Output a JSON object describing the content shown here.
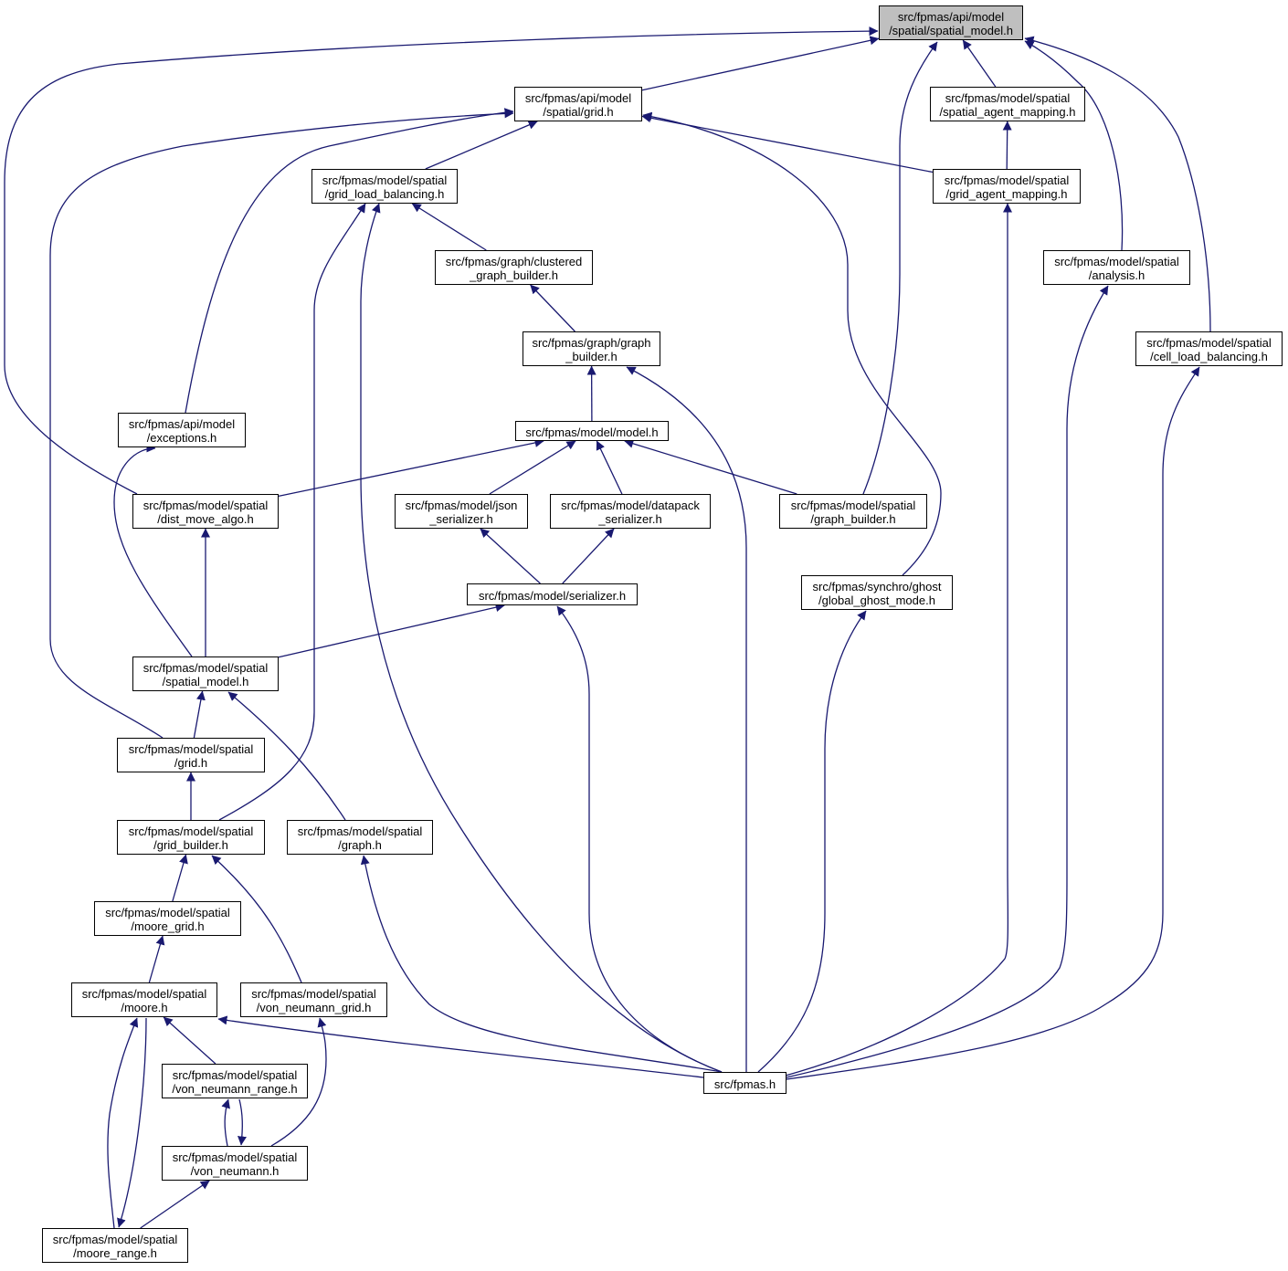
{
  "graph": {
    "root": "n_spatial_model_api",
    "colors": {
      "edge": "#191970",
      "root_fill": "#bfbfbf",
      "node_fill": "#ffffff",
      "node_border": "#000000"
    },
    "nodes": [
      {
        "id": "n_spatial_model_api",
        "lines": [
          "src/fpmas/api/model",
          "/spatial/spatial_model.h"
        ]
      },
      {
        "id": "n_grid_api",
        "lines": [
          "src/fpmas/api/model",
          "/spatial/grid.h"
        ]
      },
      {
        "id": "n_spatial_agent_mapping",
        "lines": [
          "src/fpmas/model/spatial",
          "/spatial_agent_mapping.h"
        ]
      },
      {
        "id": "n_grid_load_balancing",
        "lines": [
          "src/fpmas/model/spatial",
          "/grid_load_balancing.h"
        ]
      },
      {
        "id": "n_grid_agent_mapping",
        "lines": [
          "src/fpmas/model/spatial",
          "/grid_agent_mapping.h"
        ]
      },
      {
        "id": "n_clustered_graph_builder",
        "lines": [
          "src/fpmas/graph/clustered",
          "_graph_builder.h"
        ]
      },
      {
        "id": "n_analysis",
        "lines": [
          "src/fpmas/model/spatial",
          "/analysis.h"
        ]
      },
      {
        "id": "n_graph_builder_graph",
        "lines": [
          "src/fpmas/graph/graph",
          "_builder.h"
        ]
      },
      {
        "id": "n_cell_load_balancing",
        "lines": [
          "src/fpmas/model/spatial",
          "/cell_load_balancing.h"
        ]
      },
      {
        "id": "n_exceptions",
        "lines": [
          "src/fpmas/api/model",
          "/exceptions.h"
        ]
      },
      {
        "id": "n_model",
        "lines": [
          "src/fpmas/model/model.h"
        ]
      },
      {
        "id": "n_dist_move_algo",
        "lines": [
          "src/fpmas/model/spatial",
          "/dist_move_algo.h"
        ]
      },
      {
        "id": "n_json_serializer",
        "lines": [
          "src/fpmas/model/json",
          "_serializer.h"
        ]
      },
      {
        "id": "n_datapack_serializer",
        "lines": [
          "src/fpmas/model/datapack",
          "_serializer.h"
        ]
      },
      {
        "id": "n_graph_builder_spatial",
        "lines": [
          "src/fpmas/model/spatial",
          "/graph_builder.h"
        ]
      },
      {
        "id": "n_serializer",
        "lines": [
          "src/fpmas/model/serializer.h"
        ]
      },
      {
        "id": "n_global_ghost_mode",
        "lines": [
          "src/fpmas/synchro/ghost",
          "/global_ghost_mode.h"
        ]
      },
      {
        "id": "n_spatial_model_model",
        "lines": [
          "src/fpmas/model/spatial",
          "/spatial_model.h"
        ]
      },
      {
        "id": "n_grid_model",
        "lines": [
          "src/fpmas/model/spatial",
          "/grid.h"
        ]
      },
      {
        "id": "n_grid_builder",
        "lines": [
          "src/fpmas/model/spatial",
          "/grid_builder.h"
        ]
      },
      {
        "id": "n_graph_spatial",
        "lines": [
          "src/fpmas/model/spatial",
          "/graph.h"
        ]
      },
      {
        "id": "n_moore_grid",
        "lines": [
          "src/fpmas/model/spatial",
          "/moore_grid.h"
        ]
      },
      {
        "id": "n_moore",
        "lines": [
          "src/fpmas/model/spatial",
          "/moore.h"
        ]
      },
      {
        "id": "n_von_neumann_grid",
        "lines": [
          "src/fpmas/model/spatial",
          "/von_neumann_grid.h"
        ]
      },
      {
        "id": "n_fpmas",
        "lines": [
          "src/fpmas.h"
        ]
      },
      {
        "id": "n_von_neumann_range",
        "lines": [
          "src/fpmas/model/spatial",
          "/von_neumann_range.h"
        ]
      },
      {
        "id": "n_von_neumann",
        "lines": [
          "src/fpmas/model/spatial",
          "/von_neumann.h"
        ]
      },
      {
        "id": "n_moore_range",
        "lines": [
          "src/fpmas/model/spatial",
          "/moore_range.h"
        ]
      }
    ],
    "edges": [
      [
        "n_grid_api",
        "n_spatial_model_api"
      ],
      [
        "n_spatial_agent_mapping",
        "n_spatial_model_api"
      ],
      [
        "n_analysis",
        "n_spatial_model_api"
      ],
      [
        "n_cell_load_balancing",
        "n_spatial_model_api"
      ],
      [
        "n_dist_move_algo",
        "n_spatial_model_api"
      ],
      [
        "n_graph_builder_spatial",
        "n_spatial_model_api"
      ],
      [
        "n_grid_load_balancing",
        "n_grid_api"
      ],
      [
        "n_grid_agent_mapping",
        "n_grid_api"
      ],
      [
        "n_exceptions",
        "n_grid_api"
      ],
      [
        "n_grid_model",
        "n_grid_api"
      ],
      [
        "n_global_ghost_mode",
        "n_grid_api"
      ],
      [
        "n_grid_agent_mapping",
        "n_spatial_agent_mapping"
      ],
      [
        "n_clustered_graph_builder",
        "n_grid_load_balancing"
      ],
      [
        "n_grid_builder",
        "n_grid_load_balancing"
      ],
      [
        "n_fpmas",
        "n_grid_load_balancing"
      ],
      [
        "n_fpmas",
        "n_grid_agent_mapping"
      ],
      [
        "n_graph_builder_graph",
        "n_clustered_graph_builder"
      ],
      [
        "n_fpmas",
        "n_analysis"
      ],
      [
        "n_model",
        "n_graph_builder_graph"
      ],
      [
        "n_fpmas",
        "n_graph_builder_graph"
      ],
      [
        "n_fpmas",
        "n_cell_load_balancing"
      ],
      [
        "n_spatial_model_model",
        "n_exceptions"
      ],
      [
        "n_dist_move_algo",
        "n_model"
      ],
      [
        "n_json_serializer",
        "n_model"
      ],
      [
        "n_datapack_serializer",
        "n_model"
      ],
      [
        "n_graph_builder_spatial",
        "n_model"
      ],
      [
        "n_spatial_model_model",
        "n_dist_move_algo"
      ],
      [
        "n_serializer",
        "n_json_serializer"
      ],
      [
        "n_serializer",
        "n_datapack_serializer"
      ],
      [
        "n_spatial_model_model",
        "n_serializer"
      ],
      [
        "n_fpmas",
        "n_serializer"
      ],
      [
        "n_fpmas",
        "n_global_ghost_mode"
      ],
      [
        "n_grid_model",
        "n_spatial_model_model"
      ],
      [
        "n_graph_spatial",
        "n_spatial_model_model"
      ],
      [
        "n_grid_builder",
        "n_grid_model"
      ],
      [
        "n_moore_grid",
        "n_grid_builder"
      ],
      [
        "n_von_neumann_grid",
        "n_grid_builder"
      ],
      [
        "n_fpmas",
        "n_graph_spatial"
      ],
      [
        "n_moore",
        "n_moore_grid"
      ],
      [
        "n_fpmas",
        "n_moore"
      ],
      [
        "n_von_neumann_range",
        "n_moore"
      ],
      [
        "n_moore_range",
        "n_moore"
      ],
      [
        "n_von_neumann",
        "n_von_neumann_grid"
      ],
      [
        "n_von_neumann",
        "n_von_neumann_range"
      ],
      [
        "n_von_neumann_range",
        "n_von_neumann"
      ],
      [
        "n_moore_range",
        "n_von_neumann"
      ],
      [
        "n_moore",
        "n_moore_range"
      ]
    ]
  }
}
